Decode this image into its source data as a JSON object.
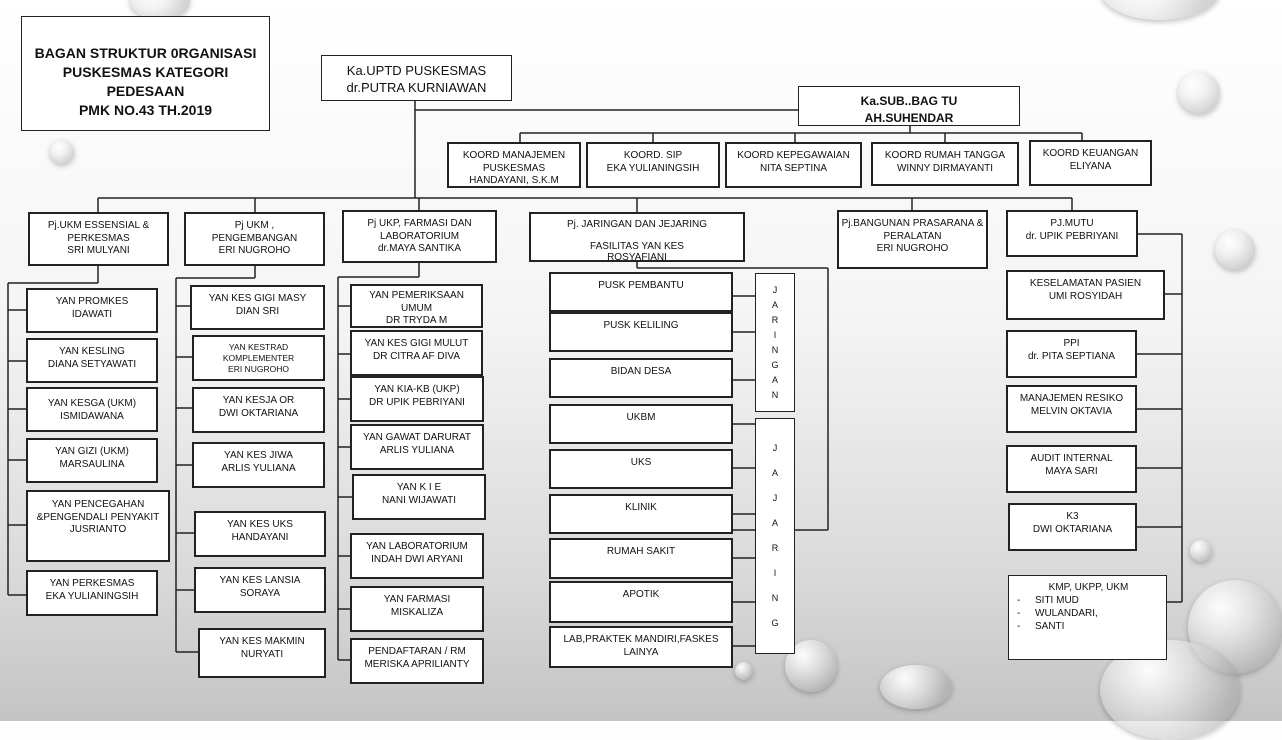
{
  "title": "BAGAN STRUKTUR 0RGANISASI\nPUSKESMAS KATEGORI PEDESAAN\nPMK NO.43 TH.2019",
  "head": "Ka.UPTD PUSKESMAS\ndr.PUTRA KURNIAWAN",
  "tu": "Ka.SUB..BAG TU\nAH.SUHENDAR",
  "koord": [
    "KOORD MANAJEMEN\nPUSKESMAS\nHANDAYANI, S.K.M",
    "KOORD.  SIP\nEKA YULIANINGSIH",
    "KOORD KEPEGAWAIAN\nNITA SEPTINA",
    "KOORD RUMAH TANGGA\nWINNY DIRMAYANTI",
    "KOORD KEUANGAN\nELIYANA"
  ],
  "pj": [
    "Pj.UKM ESSENSIAL &\nPERKESMAS\nSRI MULYANI",
    "Pj UKM ,\nPENGEMBANGAN\nERI NUGROHO",
    "Pj UKP, FARMASI DAN\nLABORATORIUM\ndr.MAYA SANTIKA",
    "Pj.  JARINGAN DAN JEJARING\n\nFASILITAS  YAN KES\nROSYAFIANI",
    "Pj.BANGUNAN PRASARANA &\nPERALATAN\nERI NUGROHO",
    "PJ.MUTU\ndr. UPIK PEBRIYANI"
  ],
  "col1": [
    "YAN PROMKES\nIDAWATI",
    "YAN KESLING\nDIANA SETYAWATI",
    "YAN KESGA (UKM)\nISMIDAWANA",
    "YAN GIZI (UKM)\nMARSAULINA",
    "YAN PENCEGAHAN\n&PENGENDALI PENYAKIT\nJUSRIANTO",
    "YAN PERKESMAS\nEKA YULIANINGSIH"
  ],
  "col2": [
    "YAN KES GIGI MASY\nDIAN SRI",
    "YAN KESTRAD\nKOMPLEMENTER\nERI NUGROHO",
    "YAN KESJA OR\nDWI OKTARIANA",
    "YAN KES JIWA\nARLIS YULIANA",
    "YAN KES UKS\nHANDAYANI",
    "YAN KES LANSIA\nSORAYA",
    "YAN KES MAKMIN\nNURYATI"
  ],
  "col3": [
    "YAN PEMERIKSAAN\nUMUM\nDR TRYDA M",
    "YAN KES GIGI MULUT\nDR CITRA AF DIVA",
    "YAN KIA-KB  (UKP)\nDR UPIK PEBRIYANI",
    "YAN GAWAT DARURAT\nARLIS YULIANA",
    "YAN K I E\nNANI WIJAWATI",
    "YAN LABORATORIUM\nINDAH DWI ARYANI",
    "YAN FARMASI\nMISKALIZA",
    "PENDAFTARAN / RM\nMERISKA APRILIANTY"
  ],
  "col4": [
    "PUSK PEMBANTU",
    "PUSK  KELILING",
    "BIDAN  DESA",
    "UKBM",
    "UKS",
    "KLINIK",
    "RUMAH SAKIT",
    "APOTIK",
    "LAB,PRAKTEK MANDIRI,FASKES\nLAINYA"
  ],
  "jaringan": "JARINGAN",
  "jejaring": "JAJARING",
  "col6": [
    "KESELAMATAN PASIEN\nUMI ROSYIDAH",
    "PPI\ndr. PITA SEPTIANA",
    "MANAJEMEN RESIKO\nMELVIN OKTAVIA",
    "AUDIT INTERNAL\nMAYA SARI",
    "K3\nDWI OKTARIANA"
  ],
  "kmp": {
    "heading": "KMP, UKPP, UKM",
    "items": [
      "SITI MUD",
      "WULANDARI,",
      "SANTI"
    ]
  }
}
